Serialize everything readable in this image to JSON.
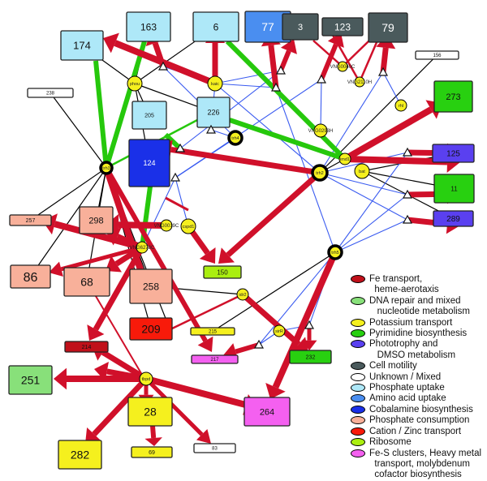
{
  "colors": {
    "regulation_edge": "#d0102a",
    "membership_edge": "#000000",
    "cluster_edge": "#26c80c",
    "influence_edge": "#3a5bf0",
    "regulator_fill": "#f5f01e"
  },
  "legend": [
    {
      "label": "Fe transport,\n  heme-aerotaxis",
      "color": "#c0101a"
    },
    {
      "label": "DNA repair and mixed\n   nucleotide metabolism",
      "color": "#88e07a"
    },
    {
      "label": "Potassium transport",
      "color": "#f5f01e"
    },
    {
      "label": "Pyrimidine biosynthesis",
      "color": "#28d010"
    },
    {
      "label": "Phototrophy and\n   DMSO metabolism",
      "color": "#5a40f0"
    },
    {
      "label": "Cell motility",
      "color": "#4a5a5c"
    },
    {
      "label": "Unknown / Mixed",
      "color": "#ffffff"
    },
    {
      "label": "Phosphate uptake",
      "color": "#aee8f8"
    },
    {
      "label": "Amino acid uptake",
      "color": "#4a8ef0"
    },
    {
      "label": "Cobalamine biosynthesis",
      "color": "#1a30e8"
    },
    {
      "label": "Phosphate consumption",
      "color": "#f8b09a"
    },
    {
      "label": "Cation / Zinc transport",
      "color": "#f81a0a"
    },
    {
      "label": "Ribosome",
      "color": "#aaee10"
    },
    {
      "label": "Fe-S clusters, Heavy metal\n  transport, molybdenum\n  cofactor biosynthesis",
      "color": "#f460f0"
    }
  ],
  "modules": [
    {
      "id": "174",
      "label": "174",
      "category": "Phosphate uptake"
    },
    {
      "id": "163",
      "label": "163",
      "category": "Phosphate uptake"
    },
    {
      "id": "6",
      "label": "6",
      "category": "Phosphate uptake"
    },
    {
      "id": "77",
      "label": "77",
      "category": "Amino acid uptake"
    },
    {
      "id": "3",
      "label": "3",
      "category": "Cell motility"
    },
    {
      "id": "123",
      "label": "123",
      "category": "Cell motility"
    },
    {
      "id": "79",
      "label": "79",
      "category": "Cell motility"
    },
    {
      "id": "156",
      "label": "156",
      "category": "Unknown / Mixed"
    },
    {
      "id": "238",
      "label": "238",
      "category": "Unknown / Mixed"
    },
    {
      "id": "205",
      "label": "205",
      "category": "Phosphate uptake"
    },
    {
      "id": "226",
      "label": "226",
      "category": "Phosphate uptake"
    },
    {
      "id": "124",
      "label": "124",
      "category": "Cobalamine biosynthesis"
    },
    {
      "id": "273",
      "label": "273",
      "category": "Pyrimidine biosynthesis"
    },
    {
      "id": "125",
      "label": "125",
      "category": "Phototrophy and DMSO metabolism"
    },
    {
      "id": "11",
      "label": "11",
      "category": "Pyrimidine biosynthesis"
    },
    {
      "id": "289",
      "label": "289",
      "category": "Phototrophy and DMSO metabolism"
    },
    {
      "id": "257",
      "label": "257",
      "category": "Phosphate consumption"
    },
    {
      "id": "298",
      "label": "298",
      "category": "Phosphate consumption"
    },
    {
      "id": "86",
      "label": "86",
      "category": "Phosphate consumption"
    },
    {
      "id": "68",
      "label": "68",
      "category": "Phosphate consumption"
    },
    {
      "id": "258",
      "label": "258",
      "category": "Phosphate consumption"
    },
    {
      "id": "150",
      "label": "150",
      "category": "Ribosome"
    },
    {
      "id": "209",
      "label": "209",
      "category": "Cation / Zinc transport"
    },
    {
      "id": "214",
      "label": "214",
      "category": "Fe transport, heme-aerotaxis"
    },
    {
      "id": "215",
      "label": "215",
      "category": "Potassium transport"
    },
    {
      "id": "217",
      "label": "217",
      "category": "Fe-S clusters, Heavy metal transport, molybdenum cofactor biosynthesis"
    },
    {
      "id": "232",
      "label": "232",
      "category": "Pyrimidine biosynthesis"
    },
    {
      "id": "251",
      "label": "251",
      "category": "DNA repair and mixed nucleotide metabolism"
    },
    {
      "id": "28",
      "label": "28",
      "category": "Potassium transport"
    },
    {
      "id": "264",
      "label": "264",
      "category": "Fe-S clusters, Heavy metal transport, molybdenum cofactor biosynthesis"
    },
    {
      "id": "282",
      "label": "282",
      "category": "Potassium transport"
    },
    {
      "id": "69",
      "label": "69",
      "category": "Potassium transport"
    },
    {
      "id": "83",
      "label": "83",
      "category": "Unknown / Mixed"
    }
  ],
  "regulators": [
    {
      "id": "phou",
      "label": "phou",
      "hub": false
    },
    {
      "id": "kaic",
      "label": "kaic",
      "hub": false
    },
    {
      "id": "trh4",
      "label": "trh4",
      "hub": true
    },
    {
      "id": "trh3",
      "label": "trh3",
      "hub": true
    },
    {
      "id": "trh2",
      "label": "trh2",
      "hub": true
    },
    {
      "id": "trh5",
      "label": "trh5",
      "hub": true
    },
    {
      "id": "imd1",
      "label": "imd1",
      "hub": false
    },
    {
      "id": "bat",
      "label": "bat",
      "hub": false
    },
    {
      "id": "rhl",
      "label": "rhl",
      "hub": false
    },
    {
      "id": "VNG0040C",
      "label": "VNG0040C",
      "hub": false
    },
    {
      "id": "VNG2110H",
      "label": "VNG2110H",
      "hub": false
    },
    {
      "id": "VNG0293H",
      "label": "VNG0293H",
      "hub": false
    },
    {
      "id": "VNG0019C",
      "label": "VNG0019C",
      "hub": false
    },
    {
      "id": "cspd1",
      "label": "cspd1",
      "hub": false
    },
    {
      "id": "VNG6278C",
      "label": "VNG6278C",
      "hub": false
    },
    {
      "id": "idr2",
      "label": "idr2",
      "hub": false
    },
    {
      "id": "sirR",
      "label": "sirR",
      "hub": false
    },
    {
      "id": "tbpd",
      "label": "tbpd",
      "hub": false
    }
  ]
}
